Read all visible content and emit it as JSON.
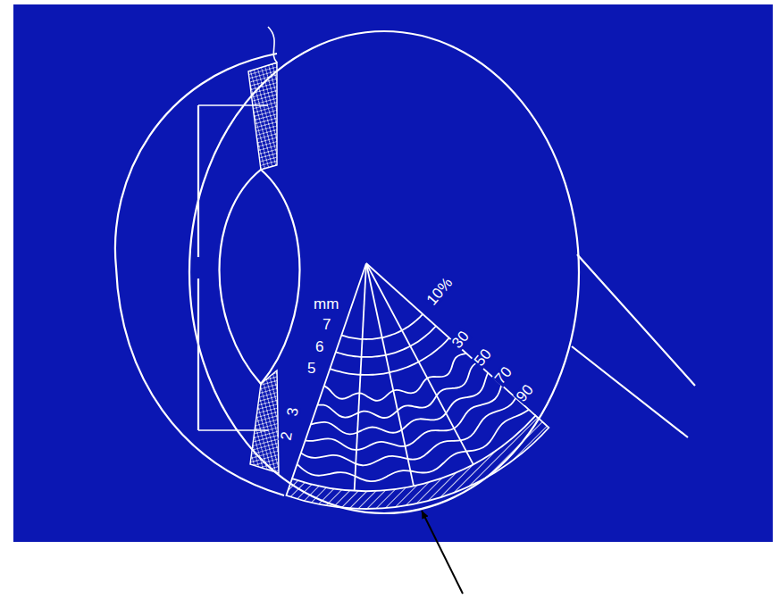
{
  "diagram": {
    "labels": [
      "mm",
      "7",
      "6",
      "5",
      "3",
      "2",
      "10%",
      "30",
      "50",
      "70",
      "90"
    ]
  }
}
